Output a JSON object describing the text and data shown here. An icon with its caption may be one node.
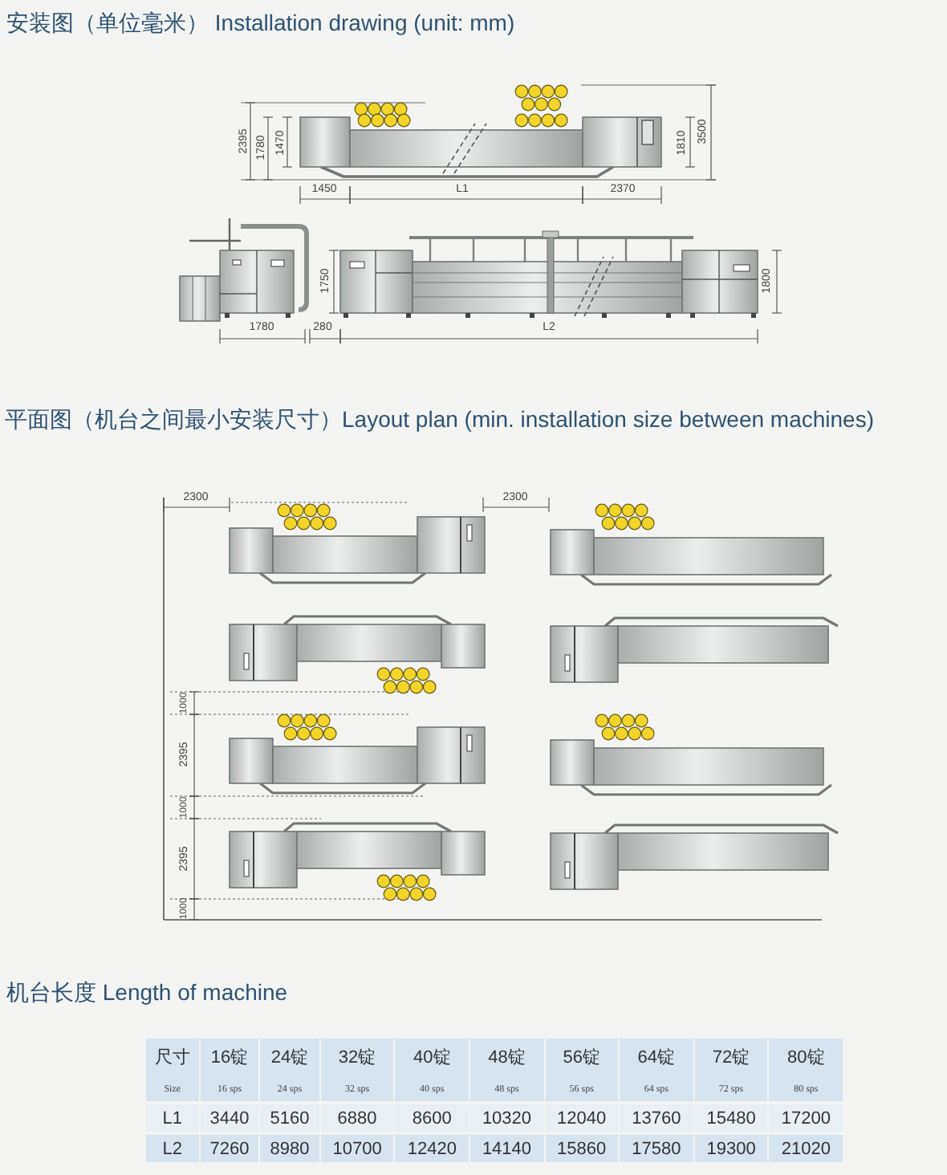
{
  "diagram": {
    "labels": [
      "安装图（单位毫米） Installation drawing (unit: mm)",
      "2395",
      "1780",
      "1470",
      "1810",
      "3500",
      "1450",
      "L1",
      "2370",
      "1750",
      "1800",
      "1780",
      "280",
      "L2",
      "平面图（机台之间最小安装尺寸）Layout plan (min. installation size between machines)",
      "2300",
      "2300",
      "1000",
      "2395",
      "1000",
      "2395",
      "1000",
      "机台长度 Length of machine",
      "尺寸",
      "Size",
      "16锭",
      "16 sps",
      "24锭",
      "24 sps",
      "32锭",
      "32 sps",
      "40锭",
      "40 sps",
      "48锭",
      "48 sps",
      "56锭",
      "56 sps",
      "64锭",
      "64 sps",
      "72锭",
      "72 sps",
      "80锭",
      "80 sps",
      "L1",
      "3440",
      "5160",
      "6880",
      "8600",
      "10320",
      "12040",
      "13760",
      "15480",
      "17200",
      "L2",
      "7260",
      "8980",
      "10700",
      "12420",
      "14140",
      "15860",
      "17580",
      "19300",
      "21020"
    ]
  }
}
